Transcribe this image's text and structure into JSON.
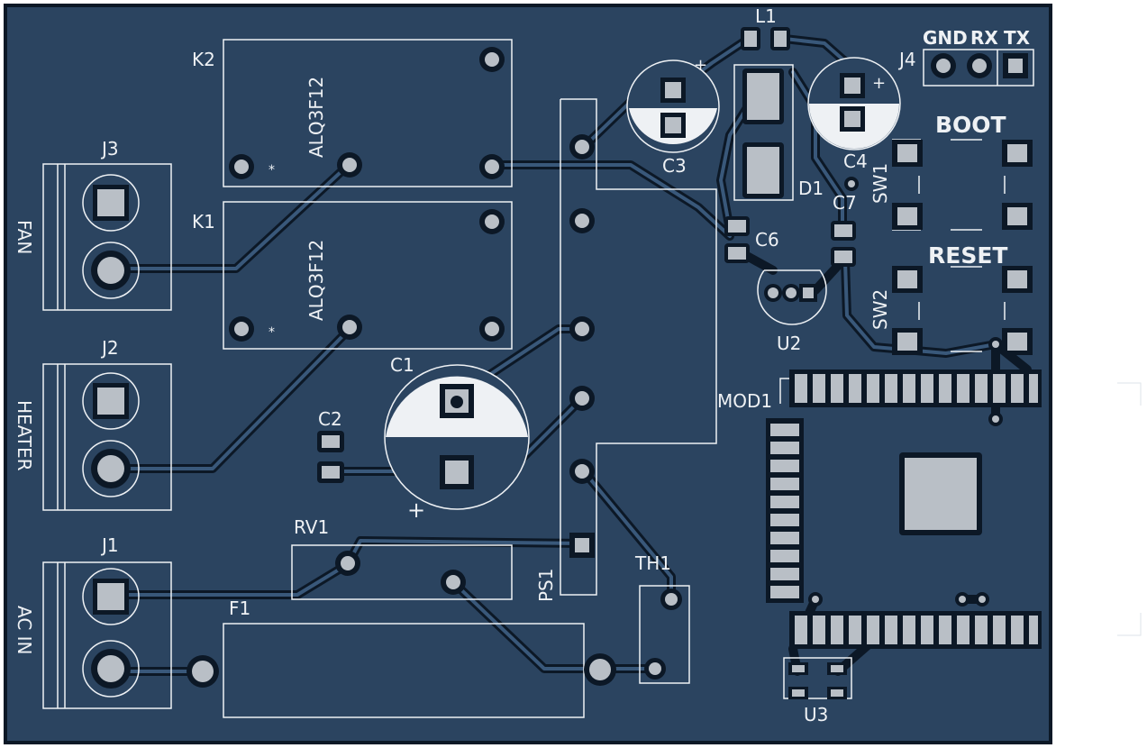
{
  "colors": {
    "board": "#2b4460",
    "edge": "#0c1826",
    "track": "#0c1826",
    "pad": "#b9bfc6",
    "silk": "#eef1f4"
  },
  "labels": {
    "k2": "K2",
    "k1": "K1",
    "relay_k2_value": "ALQ3F12",
    "relay_k1_value": "ALQ3F12",
    "j3": "J3",
    "j2": "J2",
    "j1": "J1",
    "fan": "FAN",
    "heater": "HEATER",
    "ac_in": "AC IN",
    "c1": "C1",
    "c2": "C2",
    "c3": "C3",
    "c4": "C4",
    "c6": "C6",
    "c7": "C7",
    "l1": "L1",
    "d1": "D1",
    "u2": "U2",
    "u3": "U3",
    "rv1": "RV1",
    "f1": "F1",
    "th1": "TH1",
    "ps1": "PS1",
    "mod1": "MOD1",
    "sw1": "SW1",
    "sw2": "SW2",
    "j4": "J4",
    "boot": "BOOT",
    "reset": "RESET",
    "gnd": "GND",
    "rx": "RX",
    "tx": "TX",
    "plus": "+",
    "star": "*"
  }
}
